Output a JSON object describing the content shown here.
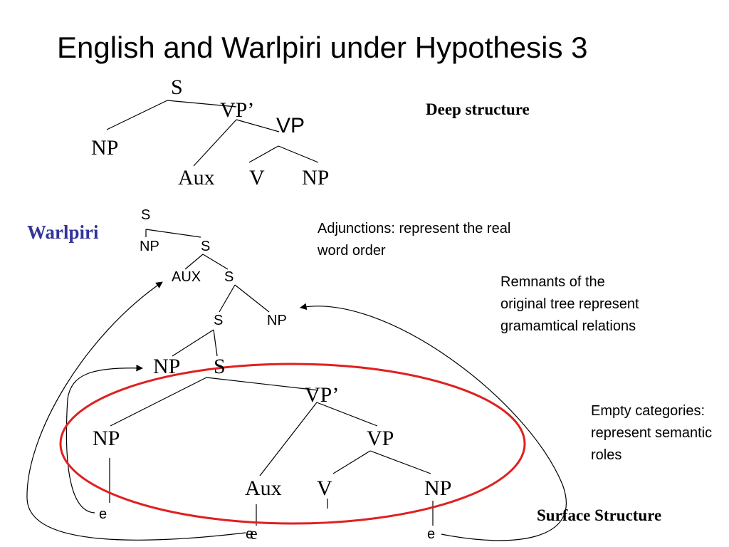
{
  "slide": {
    "title": "English and Warlpiri under Hypothesis 3"
  },
  "deep_tree": {
    "s": "S",
    "vp_prime": "VP’",
    "vp": "VP",
    "np_subject": "NP",
    "aux": "Aux",
    "v": "V",
    "np_object": "NP"
  },
  "deep_label": "Deep structure",
  "warlpiri_label": "Warlpiri",
  "warlpiri_tree": {
    "s_top": "S",
    "np_adjoined": "NP",
    "s_second": "S",
    "aux_adjoined": "AUX",
    "s_third": "S",
    "s_fourth": "S",
    "np_right": "NP"
  },
  "surface_tree": {
    "np_left": "NP",
    "s": "S",
    "vp_prime": "VP’",
    "np_subject": "NP",
    "vp": "VP",
    "aux": "Aux",
    "v": "V",
    "np_object": "NP",
    "e_subject": "e",
    "e_aux": "e",
    "e_object": "e"
  },
  "annotations": {
    "adjunctions": "Adjunctions: represent the real word order",
    "remnants": "Remnants of the original tree represent gramamtical relations",
    "empty_categories": "Empty categories: represent semantic roles",
    "surface_label": "Surface Structure"
  },
  "colors": {
    "warlpiri_label": "#333399",
    "ellipse": "#e02020",
    "text": "#000000"
  }
}
